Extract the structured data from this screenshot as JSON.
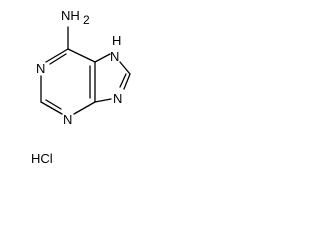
{
  "molecule": {
    "amine_label": "NH",
    "amine_subscript": "2",
    "ring_nitrogen_label": "N",
    "imidazole_nh_label": "H",
    "imidazole_n_label": "N",
    "salt_label": "HCl"
  }
}
